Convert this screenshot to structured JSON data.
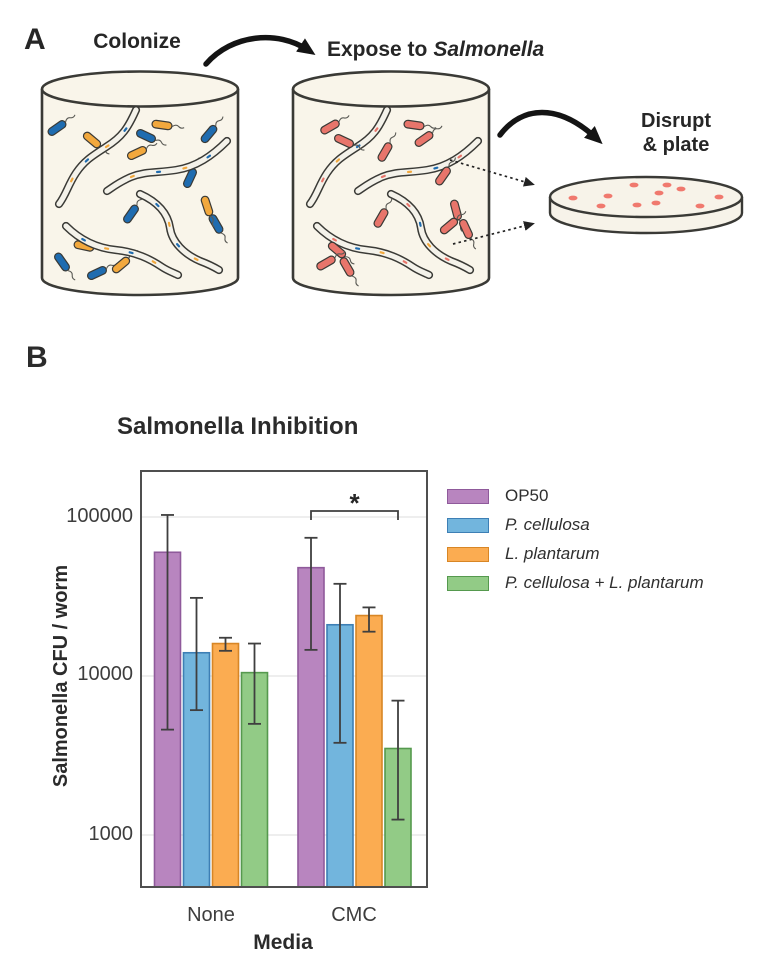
{
  "figure": {
    "panel_a": {
      "label": "A",
      "colonize_label": "Colonize",
      "expose_prefix": "Expose to",
      "expose_species": "Salmonella",
      "disrupt_line1": "Disrupt",
      "disrupt_line2": "& plate"
    },
    "panel_b": {
      "label": "B"
    }
  },
  "illustration": {
    "colors": {
      "bacteria_blue": "#1f6cb0",
      "bacteria_orange": "#f2a83d",
      "bacteria_red": "#e8756b",
      "vessel_fill": "#f9f5ea",
      "worm_fill": "#f4f2ea",
      "outline": "#3a3a36",
      "colony_red": "#f0796e"
    }
  },
  "chart_data": {
    "type": "bar",
    "title": "Salmonella Inhibition",
    "xlabel": "Media",
    "ylabel": "Salmonella CFU / worm",
    "yscale": "log",
    "ylim": [
      500,
      190000
    ],
    "grid": true,
    "legend_position": "right",
    "yticks": [
      {
        "label": "100000",
        "value": 100000
      },
      {
        "label": "10000",
        "value": 10000
      },
      {
        "label": "1000",
        "value": 1000
      }
    ],
    "categories": [
      "None",
      "CMC"
    ],
    "series": [
      {
        "name": "OP50",
        "italic": false,
        "color": "#b885bf",
        "border_color": "#8f5a9b",
        "values": [
          60000,
          48000
        ],
        "err_low": [
          4600,
          14600
        ],
        "err_high": [
          103000,
          74000
        ]
      },
      {
        "name": "P. cellulosa",
        "italic": true,
        "color": "#72b5dd",
        "border_color": "#3d7fb5",
        "values": [
          14000,
          21000
        ],
        "err_low": [
          6100,
          3800
        ],
        "err_high": [
          31000,
          38000
        ]
      },
      {
        "name": "L. plantarum",
        "italic": true,
        "color": "#fbac51",
        "border_color": "#d88625",
        "values": [
          16000,
          24000
        ],
        "err_low": [
          14400,
          19000
        ],
        "err_high": [
          17400,
          27000
        ]
      },
      {
        "name": "P. cellulosa + L. plantarum",
        "italic": true,
        "color": "#92cb86",
        "border_color": "#55994e",
        "values": [
          10500,
          3500
        ],
        "err_low": [
          5000,
          1250
        ],
        "err_high": [
          16000,
          7000
        ]
      }
    ],
    "significance": {
      "label": "*",
      "category": "CMC",
      "from_series": "OP50",
      "to_series": "P. cellulosa + L. plantarum"
    },
    "error_bar_color": "#3f3f3f"
  }
}
